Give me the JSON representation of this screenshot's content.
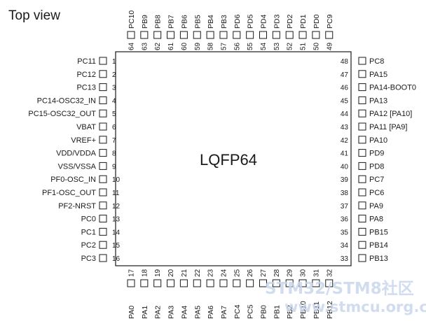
{
  "title": "Top view",
  "package": "LQFP64",
  "watermark": {
    "line1": "STM32/STM8社区",
    "line2": "www.stmcu.org.cn"
  },
  "left_pins": [
    {
      "num": "1",
      "name": "PC11"
    },
    {
      "num": "2",
      "name": "PC12"
    },
    {
      "num": "3",
      "name": "PC13"
    },
    {
      "num": "4",
      "name": "PC14-OSC32_IN"
    },
    {
      "num": "5",
      "name": "PC15-OSC32_OUT"
    },
    {
      "num": "6",
      "name": "VBAT"
    },
    {
      "num": "7",
      "name": "VREF+"
    },
    {
      "num": "8",
      "name": "VDD/VDDA"
    },
    {
      "num": "9",
      "name": "VSS/VSSA"
    },
    {
      "num": "10",
      "name": "PF0-OSC_IN"
    },
    {
      "num": "11",
      "name": "PF1-OSC_OUT"
    },
    {
      "num": "12",
      "name": "PF2-NRST"
    },
    {
      "num": "13",
      "name": "PC0"
    },
    {
      "num": "14",
      "name": "PC1"
    },
    {
      "num": "15",
      "name": "PC2"
    },
    {
      "num": "16",
      "name": "PC3"
    }
  ],
  "bottom_pins": [
    {
      "num": "17",
      "name": "PA0"
    },
    {
      "num": "18",
      "name": "PA1"
    },
    {
      "num": "19",
      "name": "PA2"
    },
    {
      "num": "20",
      "name": "PA3"
    },
    {
      "num": "21",
      "name": "PA4"
    },
    {
      "num": "22",
      "name": "PA5"
    },
    {
      "num": "23",
      "name": "PA6"
    },
    {
      "num": "24",
      "name": "PA7"
    },
    {
      "num": "25",
      "name": "PC4"
    },
    {
      "num": "26",
      "name": "PC5"
    },
    {
      "num": "27",
      "name": "PB0"
    },
    {
      "num": "28",
      "name": "PB1"
    },
    {
      "num": "29",
      "name": "PB2"
    },
    {
      "num": "30",
      "name": "PB10"
    },
    {
      "num": "31",
      "name": "PB11"
    },
    {
      "num": "32",
      "name": "PB12"
    }
  ],
  "right_pins": [
    {
      "num": "48",
      "name": "PC8"
    },
    {
      "num": "47",
      "name": "PA15"
    },
    {
      "num": "46",
      "name": "PA14-BOOT0"
    },
    {
      "num": "45",
      "name": "PA13"
    },
    {
      "num": "44",
      "name": "PA12 [PA10]"
    },
    {
      "num": "43",
      "name": "PA11 [PA9]"
    },
    {
      "num": "42",
      "name": "PA10"
    },
    {
      "num": "41",
      "name": "PD9"
    },
    {
      "num": "40",
      "name": "PD8"
    },
    {
      "num": "39",
      "name": "PC7"
    },
    {
      "num": "38",
      "name": "PC6"
    },
    {
      "num": "37",
      "name": "PA9"
    },
    {
      "num": "36",
      "name": "PA8"
    },
    {
      "num": "35",
      "name": "PB15"
    },
    {
      "num": "34",
      "name": "PB14"
    },
    {
      "num": "33",
      "name": "PB13"
    }
  ],
  "top_pins": [
    {
      "num": "64",
      "name": "PC10"
    },
    {
      "num": "63",
      "name": "PB9"
    },
    {
      "num": "62",
      "name": "PB8"
    },
    {
      "num": "61",
      "name": "PB7"
    },
    {
      "num": "60",
      "name": "PB6"
    },
    {
      "num": "59",
      "name": "PB5"
    },
    {
      "num": "58",
      "name": "PB4"
    },
    {
      "num": "57",
      "name": "PB3"
    },
    {
      "num": "56",
      "name": "PD6"
    },
    {
      "num": "55",
      "name": "PD5"
    },
    {
      "num": "54",
      "name": "PD4"
    },
    {
      "num": "53",
      "name": "PD3"
    },
    {
      "num": "52",
      "name": "PD2"
    },
    {
      "num": "51",
      "name": "PD1"
    },
    {
      "num": "50",
      "name": "PD0"
    },
    {
      "num": "49",
      "name": "PC9"
    }
  ]
}
